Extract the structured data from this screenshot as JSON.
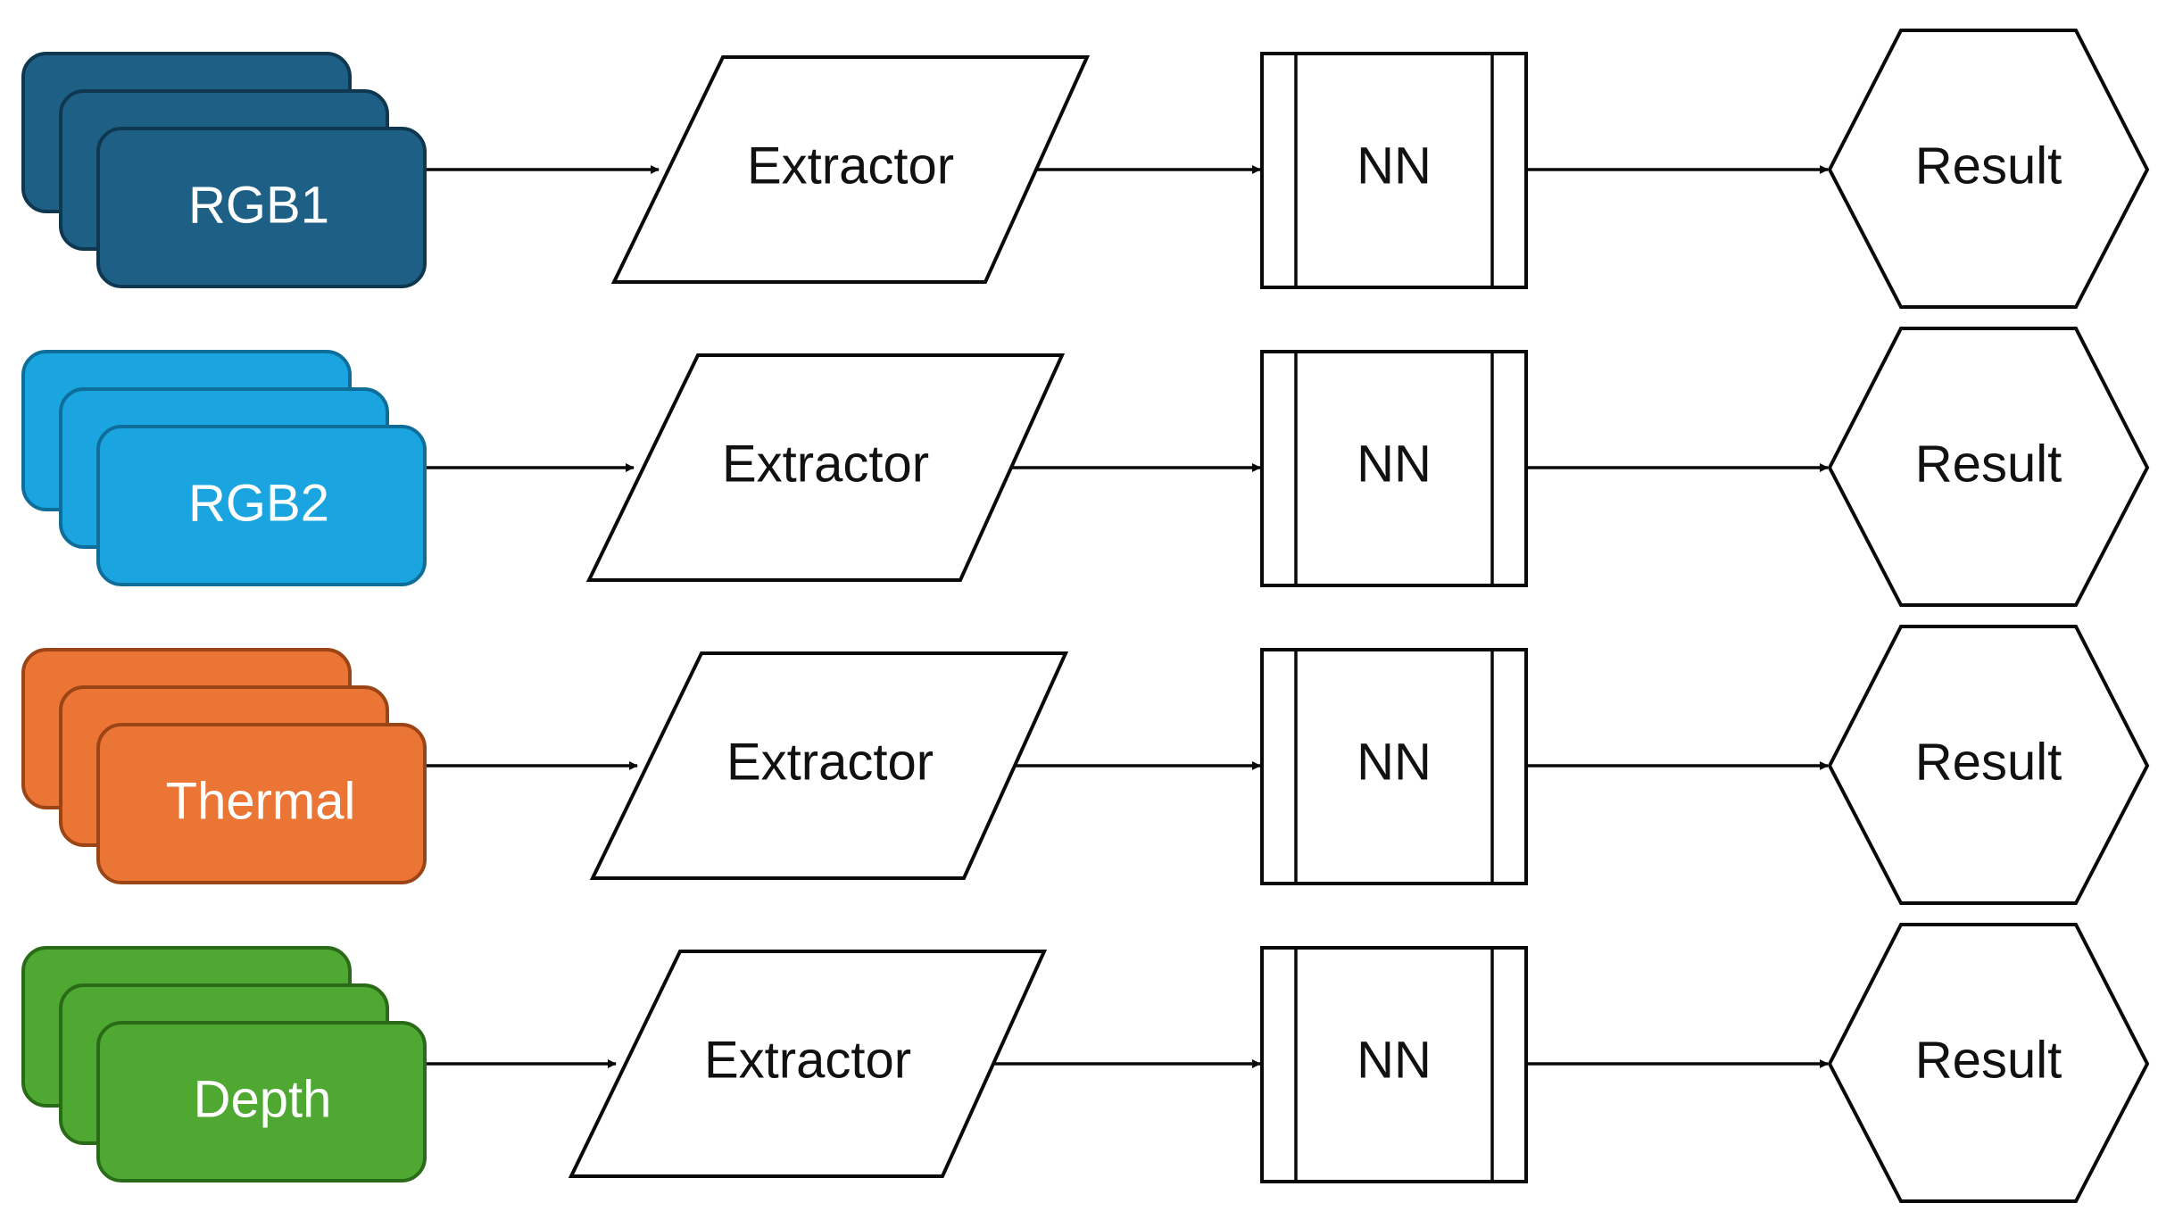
{
  "rows": [
    {
      "source": "RGB1",
      "source_color": "#1e5f86",
      "source_stroke": "#0f3850",
      "extractor": "Extractor",
      "nn": "NN",
      "result": "Result"
    },
    {
      "source": "RGB2",
      "source_color": "#1aa5e0",
      "source_stroke": "#0f6e99",
      "extractor": "Extractor",
      "nn": "NN",
      "result": "Result"
    },
    {
      "source": "Thermal",
      "source_color": "#ea7535",
      "source_stroke": "#9b4415",
      "extractor": "Extractor",
      "nn": "NN",
      "result": "Result"
    },
    {
      "source": "Depth",
      "source_color": "#4ea832",
      "source_stroke": "#2a6b18",
      "extractor": "Extractor",
      "nn": "NN",
      "result": "Result"
    }
  ]
}
